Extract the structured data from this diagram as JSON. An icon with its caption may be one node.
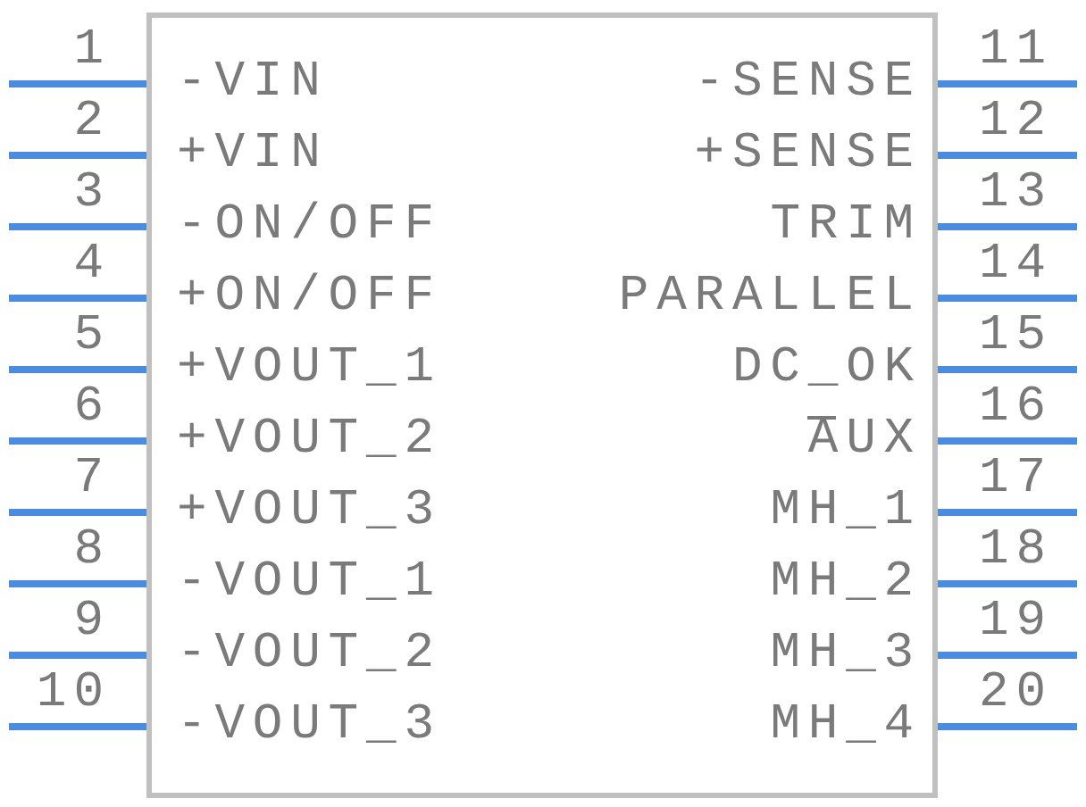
{
  "diagram": {
    "nodes": [
      {
        "text": [
          "-VIN",
          "+VIN",
          "-ON/OFF",
          "+ON/OFF",
          "+VOUT_1",
          "+VOUT_2",
          "+VOUT_3",
          "-VOUT_1",
          "-VOUT_2",
          "-VOUT_3",
          "-SENSE",
          "+SENSE",
          "TRIM",
          "PARALLEL",
          "DC_OK",
          "AUX",
          "MH_1",
          "MH_2",
          "MH_3",
          "MH_4"
        ]
      }
    ],
    "labels": [
      "1",
      "2",
      "3",
      "4",
      "5",
      "6",
      "7",
      "8",
      "9",
      "10",
      "11",
      "12",
      "13",
      "14",
      "15",
      "16",
      "17",
      "18",
      "19",
      "20"
    ]
  }
}
